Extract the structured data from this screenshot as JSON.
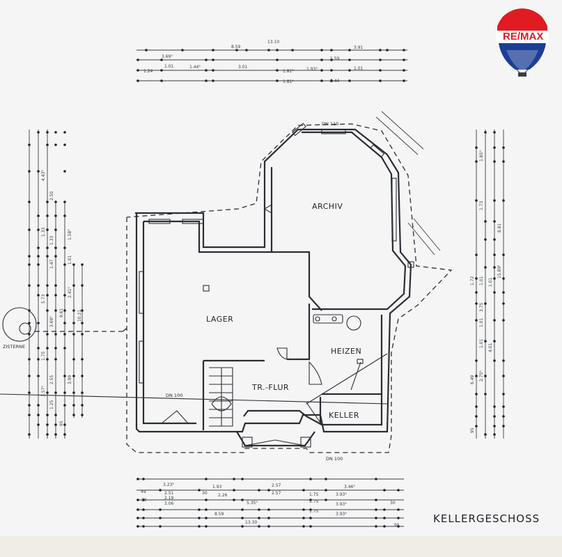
{
  "logo": {
    "text": "RE/MAX",
    "colors": {
      "red": "#e11b22",
      "blue": "#1c3f95",
      "white": "#ffffff"
    }
  },
  "plan": {
    "title": "KELLERGESCHOSS",
    "rooms": {
      "archiv": "ARCHIV",
      "lager": "LAGER",
      "heizen": "HEIZEN",
      "flur": "TR.-FLUR",
      "keller": "KELLER"
    },
    "labels": {
      "zisterne": "ZISTERNE",
      "dn_top": "DN 110",
      "dn_left": "DN 100",
      "dn_bottom": "DN 100"
    }
  },
  "dimensions": {
    "bottom": [
      "3.23⁵",
      "2.51",
      "2.19",
      "3.06",
      "1.93",
      "2.26",
      "2.57",
      "2.57",
      "3.46⁵",
      "3.93⁵",
      "3.93⁵",
      "3.93⁵",
      "8.59",
      "13.30",
      "5.35⁵",
      "1.75",
      "1.75",
      "1.75",
      "30",
      "30",
      "30",
      "49",
      "95"
    ],
    "left": [
      "4.43⁵",
      "2.50",
      "1.33",
      "1.33",
      "1.58⁵",
      "1.47",
      "1.01",
      "2.41⁵",
      "5.73",
      "3.69⁵",
      "9.61",
      "10.21",
      "3.57⁵",
      "2.55",
      "3.99",
      "1.25",
      "1.75",
      "95"
    ],
    "right": [
      "1.85⁵",
      "1.73",
      "8.81",
      "1.72",
      "1.01",
      "1.01",
      "15.89⁵",
      "3.75",
      "4.01",
      "6.49",
      "2.75⁵",
      "1.01",
      "1.01",
      "95"
    ],
    "top": [
      "3.69⁵",
      "1.01",
      "1.44⁵",
      "8.59",
      "3.01",
      "13.10",
      "1.81⁵",
      "1.93⁵",
      "1.59",
      "2.44",
      "1.24",
      "1.01",
      "1.81⁵",
      "3.91"
    ]
  }
}
